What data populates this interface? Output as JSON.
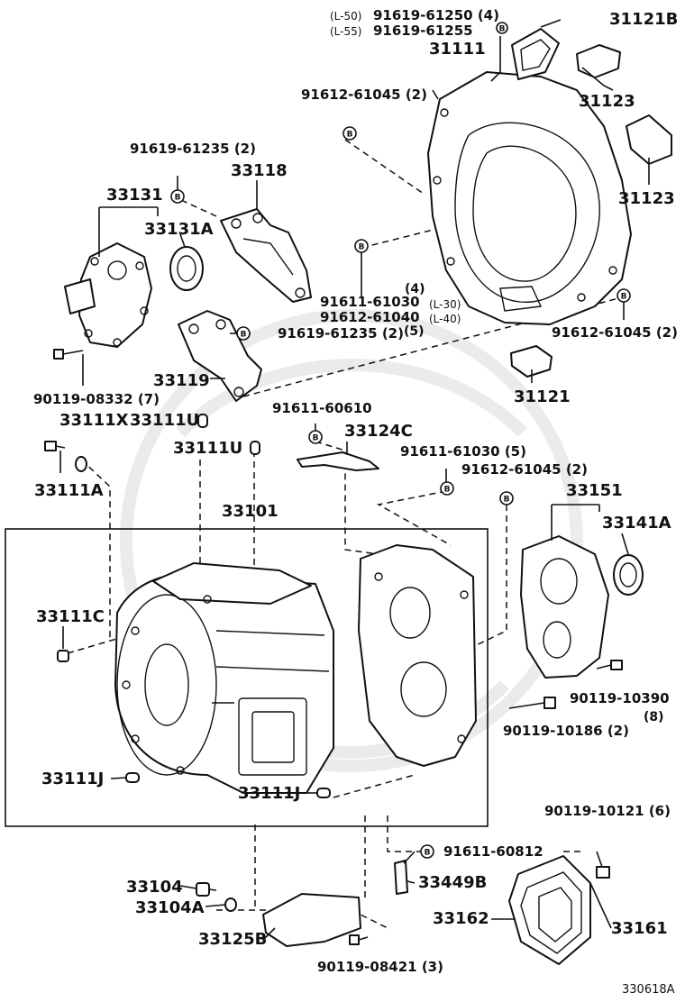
{
  "diagram": {
    "figure_code": "330618A",
    "b_symbol": "B",
    "labels": {
      "bolt_31111_a": "91619-61250 (4)",
      "bolt_31111_a_qual": "(L-50)",
      "bolt_31111_b": "91619-61255",
      "bolt_31111_b_qual": "(L-55)",
      "housing_extension": "31111",
      "cover_31121b": "31121B",
      "cover_31123_top": "31123",
      "cover_31123_side": "31123",
      "bolt_top_left": "91612-61045 (2)",
      "bolt_33118": "91619-61235 (2)",
      "bracket_33118": "33118",
      "retainer_33131": "33131",
      "seal_33131a": "33131A",
      "bolt_91611_61030_qty": "(4)",
      "bolt_91611_61030": "91611-61030",
      "bolt_91611_61030_qual": "(L-30)",
      "bolt_91612_61040": "91612-61040",
      "bolt_91612_61040_qual": "(L-40)",
      "bolt_91612_61040_qty": "(5)",
      "bolt_33119": "91619-61235 (2)",
      "bolt_right_upper": "91612-61045 (2)",
      "bracket_33119": "33119",
      "cover_31121": "31121",
      "bolt_90119_08332": "90119-08332 (7)",
      "bolt_91611_60610": "91611-60610",
      "pin_33111x": "33111X",
      "pin_33111u_a": "33111U",
      "pin_33111u_b": "33111U",
      "plate_33124c": "33124C",
      "bolt_91611_61030_5": "91611-61030 (5)",
      "bolt_91612_61045_mid": "91612-61045 (2)",
      "plug_33111a": "33111A",
      "case_33101": "33101",
      "retainer_33151": "33151",
      "seal_33141a": "33141A",
      "plug_33111c": "33111C",
      "bolt_90119_10390": "90119-10390",
      "bolt_90119_10390_qty": "(8)",
      "bolt_90119_10186": "90119-10186 (2)",
      "pin_33111j_left": "33111J",
      "pin_33111j_right": "33111J",
      "bolt_90119_10121": "90119-10121 (6)",
      "bolt_91611_60812": "91611-60812",
      "plate_33449b": "33449B",
      "plug_33104": "33104",
      "gasket_33104a": "33104A",
      "cover_33162": "33162",
      "cover_33161": "33161",
      "plate_33125b": "33125B",
      "bolt_90119_08421": "90119-08421 (3)"
    }
  }
}
